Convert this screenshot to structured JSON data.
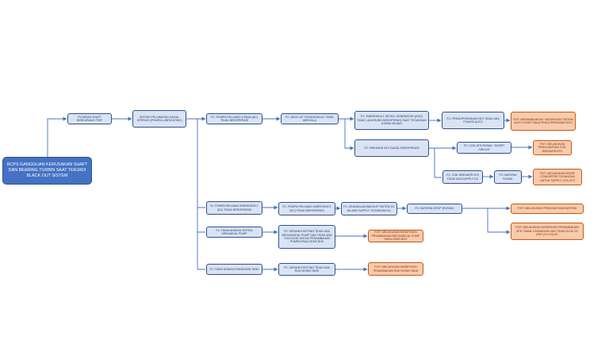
{
  "colors": {
    "connector": "#4472c4",
    "root_fill": "#4472c4",
    "cause_fill": "#dae3f3",
    "action_fill": "#f8cbad"
  },
  "root": "RCPS GANGGUAN KERUSAKAN SHAFT DAN BEARING TURBIN SAAT TERJADI BLACK OUT SISTEM",
  "level1": "PUTARAN SHAFT BERKURANG TRIP",
  "level2": "SISTEM PELUMASAN GAGAL OPERASI (POMPA LUBRICATING)",
  "branch_a": {
    "cause1": "FC: POMPA PELUMAS UTAMA (AC) TIDAK BEROPERASI",
    "cause2": "FC: BACK UP TEGANGAN AC TIDAK MENYALA",
    "path_edg": {
      "cause3": "FC: EMERGENCY DIESEL GENERATOR (EDG) TIDAK LANGSUNG BEROPERASI SAAT TEGANGAN UTAMA HILANG",
      "cause4": "FC: PENGOPERASIAN EDG TIDAK ADA FUNGSI AUTO",
      "action": "FIXT: MENAMBAHKAN / MODIFIKASI SISTEM AUTO START PADA PENGOPERASIAN EDG"
    },
    "path_ats": {
      "cause3": "FC: BREAKER ATS GAGAL BEROPERASI",
      "coil": {
        "cause": "FC: COIL ATS RUSAK / SHORT CIRCUIT",
        "action": "FIXT: MELAKUKAN PENGGANTIAN COIL BREAKER ATS"
      },
      "dc": {
        "cause1": "FC: COIL BREAKER ATS TIDAK ADA SUPPLY DC",
        "cause2": "FC: BATERAI RUSAK",
        "action": "FIXT: MELAKUKAN MODIF CONVERTER TEGANGAN UNTUK SUPPLY COIL ATS"
      }
    }
  },
  "branch_b": {
    "cause1": "Fc: POMPA PELUMAS EMERGENCY (DC) TIDAK BEROPERASI",
    "cause2": "FC: POMPA PELUMAS EMERGENCY (DC) TIDAK BEROPERASI",
    "cause3": "FC: KEANDALAN BACKUP SISTEM DC HILANG SUPPLY TEGANGAN DC",
    "cause4": "FC: BATERAI DROP (RUSAK)",
    "action1": "FIXT: MELAKUKAN PENGGANTIAN BATERAI",
    "action2": "FIXT: MELAKUKAN MODIFIKASI PENAMBAHAN UPS / BANK CADANGAN DAN TIDAK BLOK DC UNIT (0.4 KV) AC"
  },
  "branch_c": {
    "cause1": "Fc: TIDAK ADANYA SISTEM MEKANIKAL PUMP",
    "cause2": "FC: DESAIN EXISTING TIDAK ADA MECHANICAL PUMP DAN TIDAK ADA TOOLS/JIG UNTUK PENAMBAHAN POMPA PADA GEAR BOX",
    "action": "FIXT: MELAKUKAN MODIFIKASI PENAMBAHAN MECHANICAL PUMP PADA GEAR BOX"
  },
  "branch_d": {
    "cause1": "Fc: TIDAK ADANYA RUNDOWN TANK",
    "cause2": "FC: DESAIN EXISTING TIDAK ADA RUN DOWN TANK",
    "action": "FIXT: MELAKUKAN MODIFIKASI PENAMBAHAN RUN DOWN TANK"
  }
}
